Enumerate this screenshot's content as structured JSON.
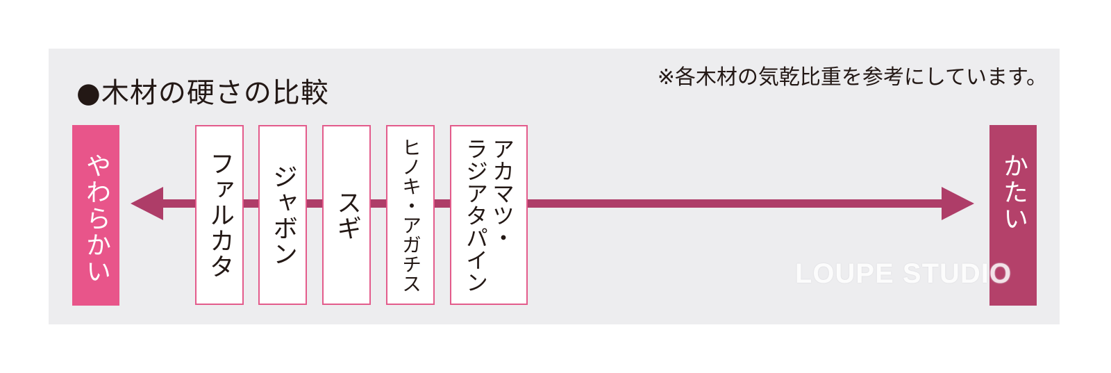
{
  "title": "●木材の硬さの比較",
  "note": "※各木材の気乾比重を参考にしています。",
  "scale": {
    "soft_label": "やわらかい",
    "hard_label": "かたい"
  },
  "woods": [
    "ファルカタ",
    "ジャボン",
    "スギ",
    "ヒノキ・アガチス",
    "アカマツ・\nラジアタパイン"
  ],
  "watermark": "LOUPE STUDIO",
  "colors": {
    "soft": "#e8558a",
    "hard": "#b4416a",
    "arrow": "#ae3d68",
    "panel": "#ededef",
    "box_border": "#e35b8b"
  }
}
